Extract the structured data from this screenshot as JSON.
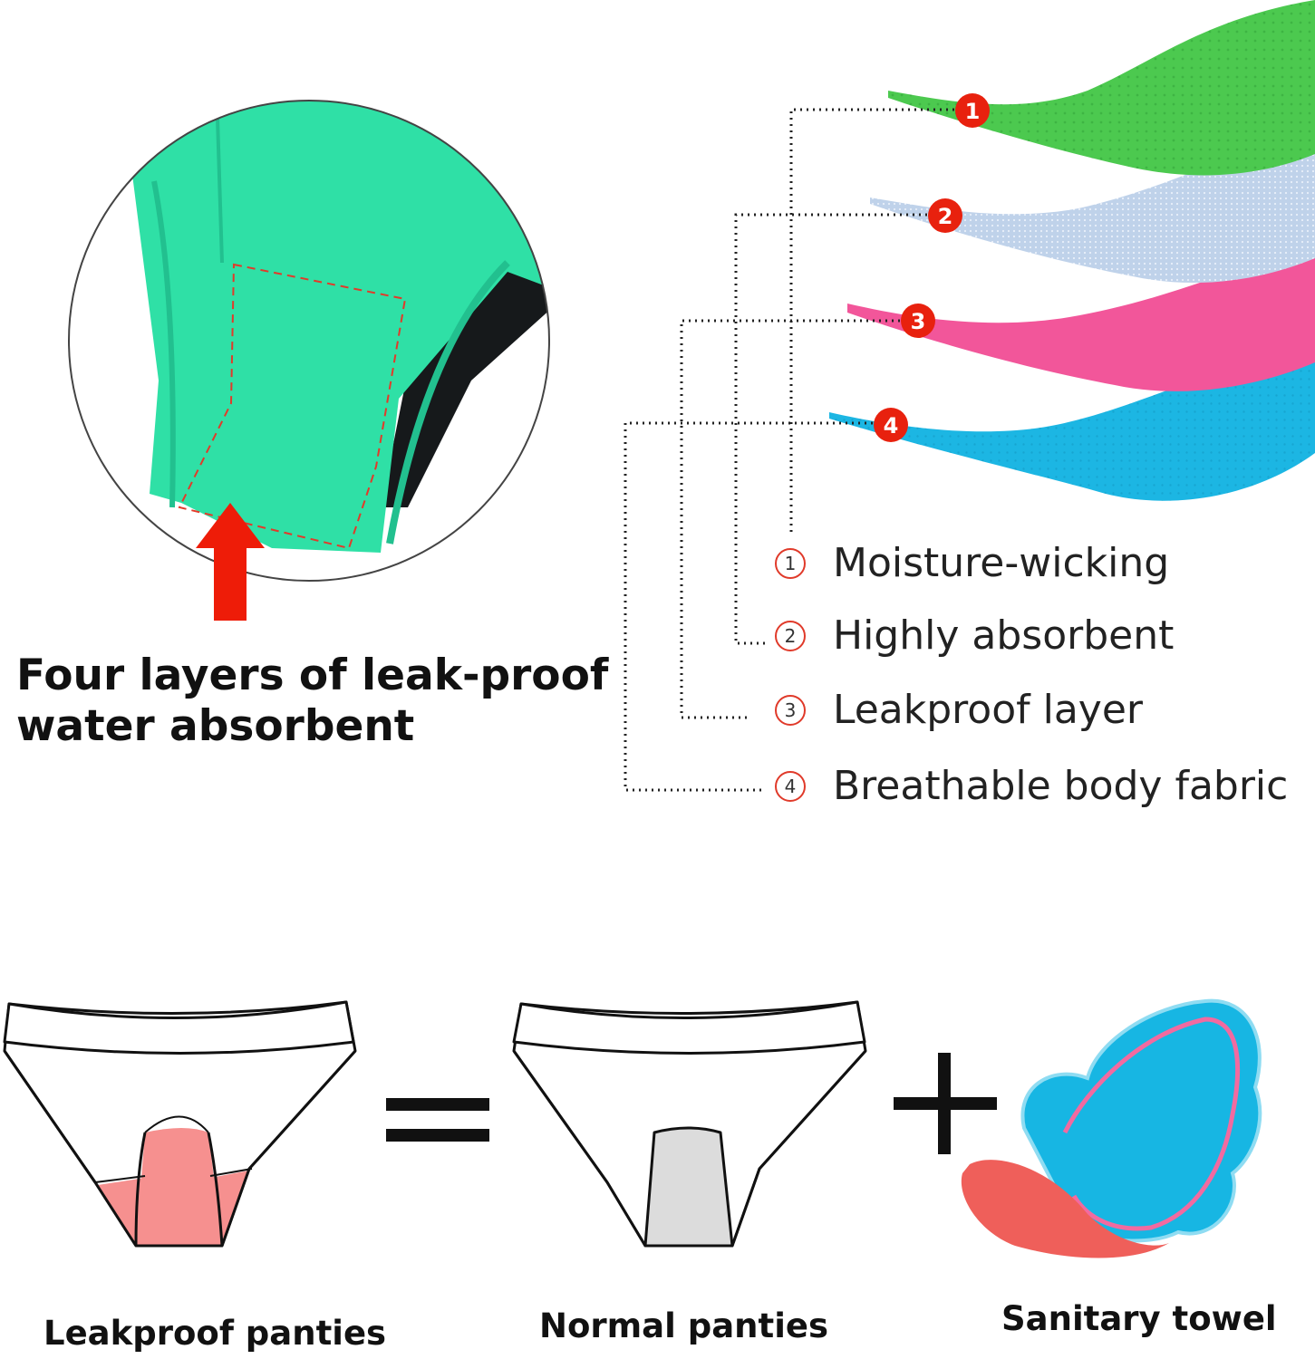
{
  "caption": {
    "line1": "Four layers of leak-proof",
    "line2": "water absorbent"
  },
  "layers": [
    {
      "number": "1",
      "label": "Moisture-wicking",
      "color": "#4cc94f"
    },
    {
      "number": "2",
      "label": "Highly absorbent",
      "color": "#b9cde6"
    },
    {
      "number": "3",
      "label": "Leakproof layer",
      "color": "#f2569a"
    },
    {
      "number": "4",
      "label": "Breathable body fabric",
      "color": "#1cb6e3"
    }
  ],
  "comparison": {
    "leakproof_label": "Leakproof panties",
    "normal_label": "Normal panties",
    "towel_label": "Sanitary towel"
  },
  "colors": {
    "fabric_green": "#2fe0a6",
    "arrow_red": "#ee1c08",
    "badge_red": "#e8210e",
    "crotch_pink": "#f6908f",
    "crotch_gray": "#dcdcdc",
    "towel_blue": "#17b6e3",
    "towel_pink": "#ef5f5a"
  },
  "icons": [
    "red-up-arrow-icon",
    "equals-sign-icon",
    "plus-sign-icon"
  ]
}
